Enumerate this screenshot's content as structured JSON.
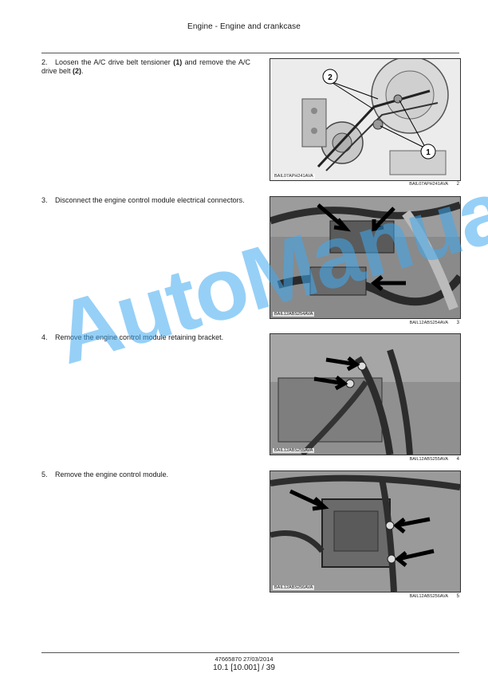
{
  "header": {
    "title": "Engine - Engine and crankcase"
  },
  "steps": [
    {
      "number": "2.",
      "text": "Loosen the A/C drive belt tensioner (1) and remove the A/C drive belt (2).",
      "figure": {
        "code": "BAIL07APH241AVA",
        "caption_code": "BAIL07APH241AVA",
        "caption_number": "2",
        "callouts": [
          "2",
          "1"
        ]
      }
    },
    {
      "number": "3.",
      "text": "Disconnect the engine control module electrical connectors.",
      "figure": {
        "code": "BAIL12ABS254AVA",
        "caption_code": "BAIL12ABS254AVA",
        "caption_number": "3"
      }
    },
    {
      "number": "4.",
      "text": "Remove the engine control module retaining bracket.",
      "figure": {
        "code": "BAIL12ABS255AVA",
        "caption_code": "BAIL12ABS255AVA",
        "caption_number": "4"
      }
    },
    {
      "number": "5.",
      "text": "Remove the engine control module.",
      "figure": {
        "code": "BAIL12ABS256AVA",
        "caption_code": "BAIL12ABS256AVA",
        "caption_number": "5"
      }
    }
  ],
  "watermark": {
    "text": "AutoManual",
    "color": "#40aaf0"
  },
  "footer": {
    "doc_ref": "47665870 27/03/2014",
    "page": "10.1 [10.001] / 39"
  }
}
